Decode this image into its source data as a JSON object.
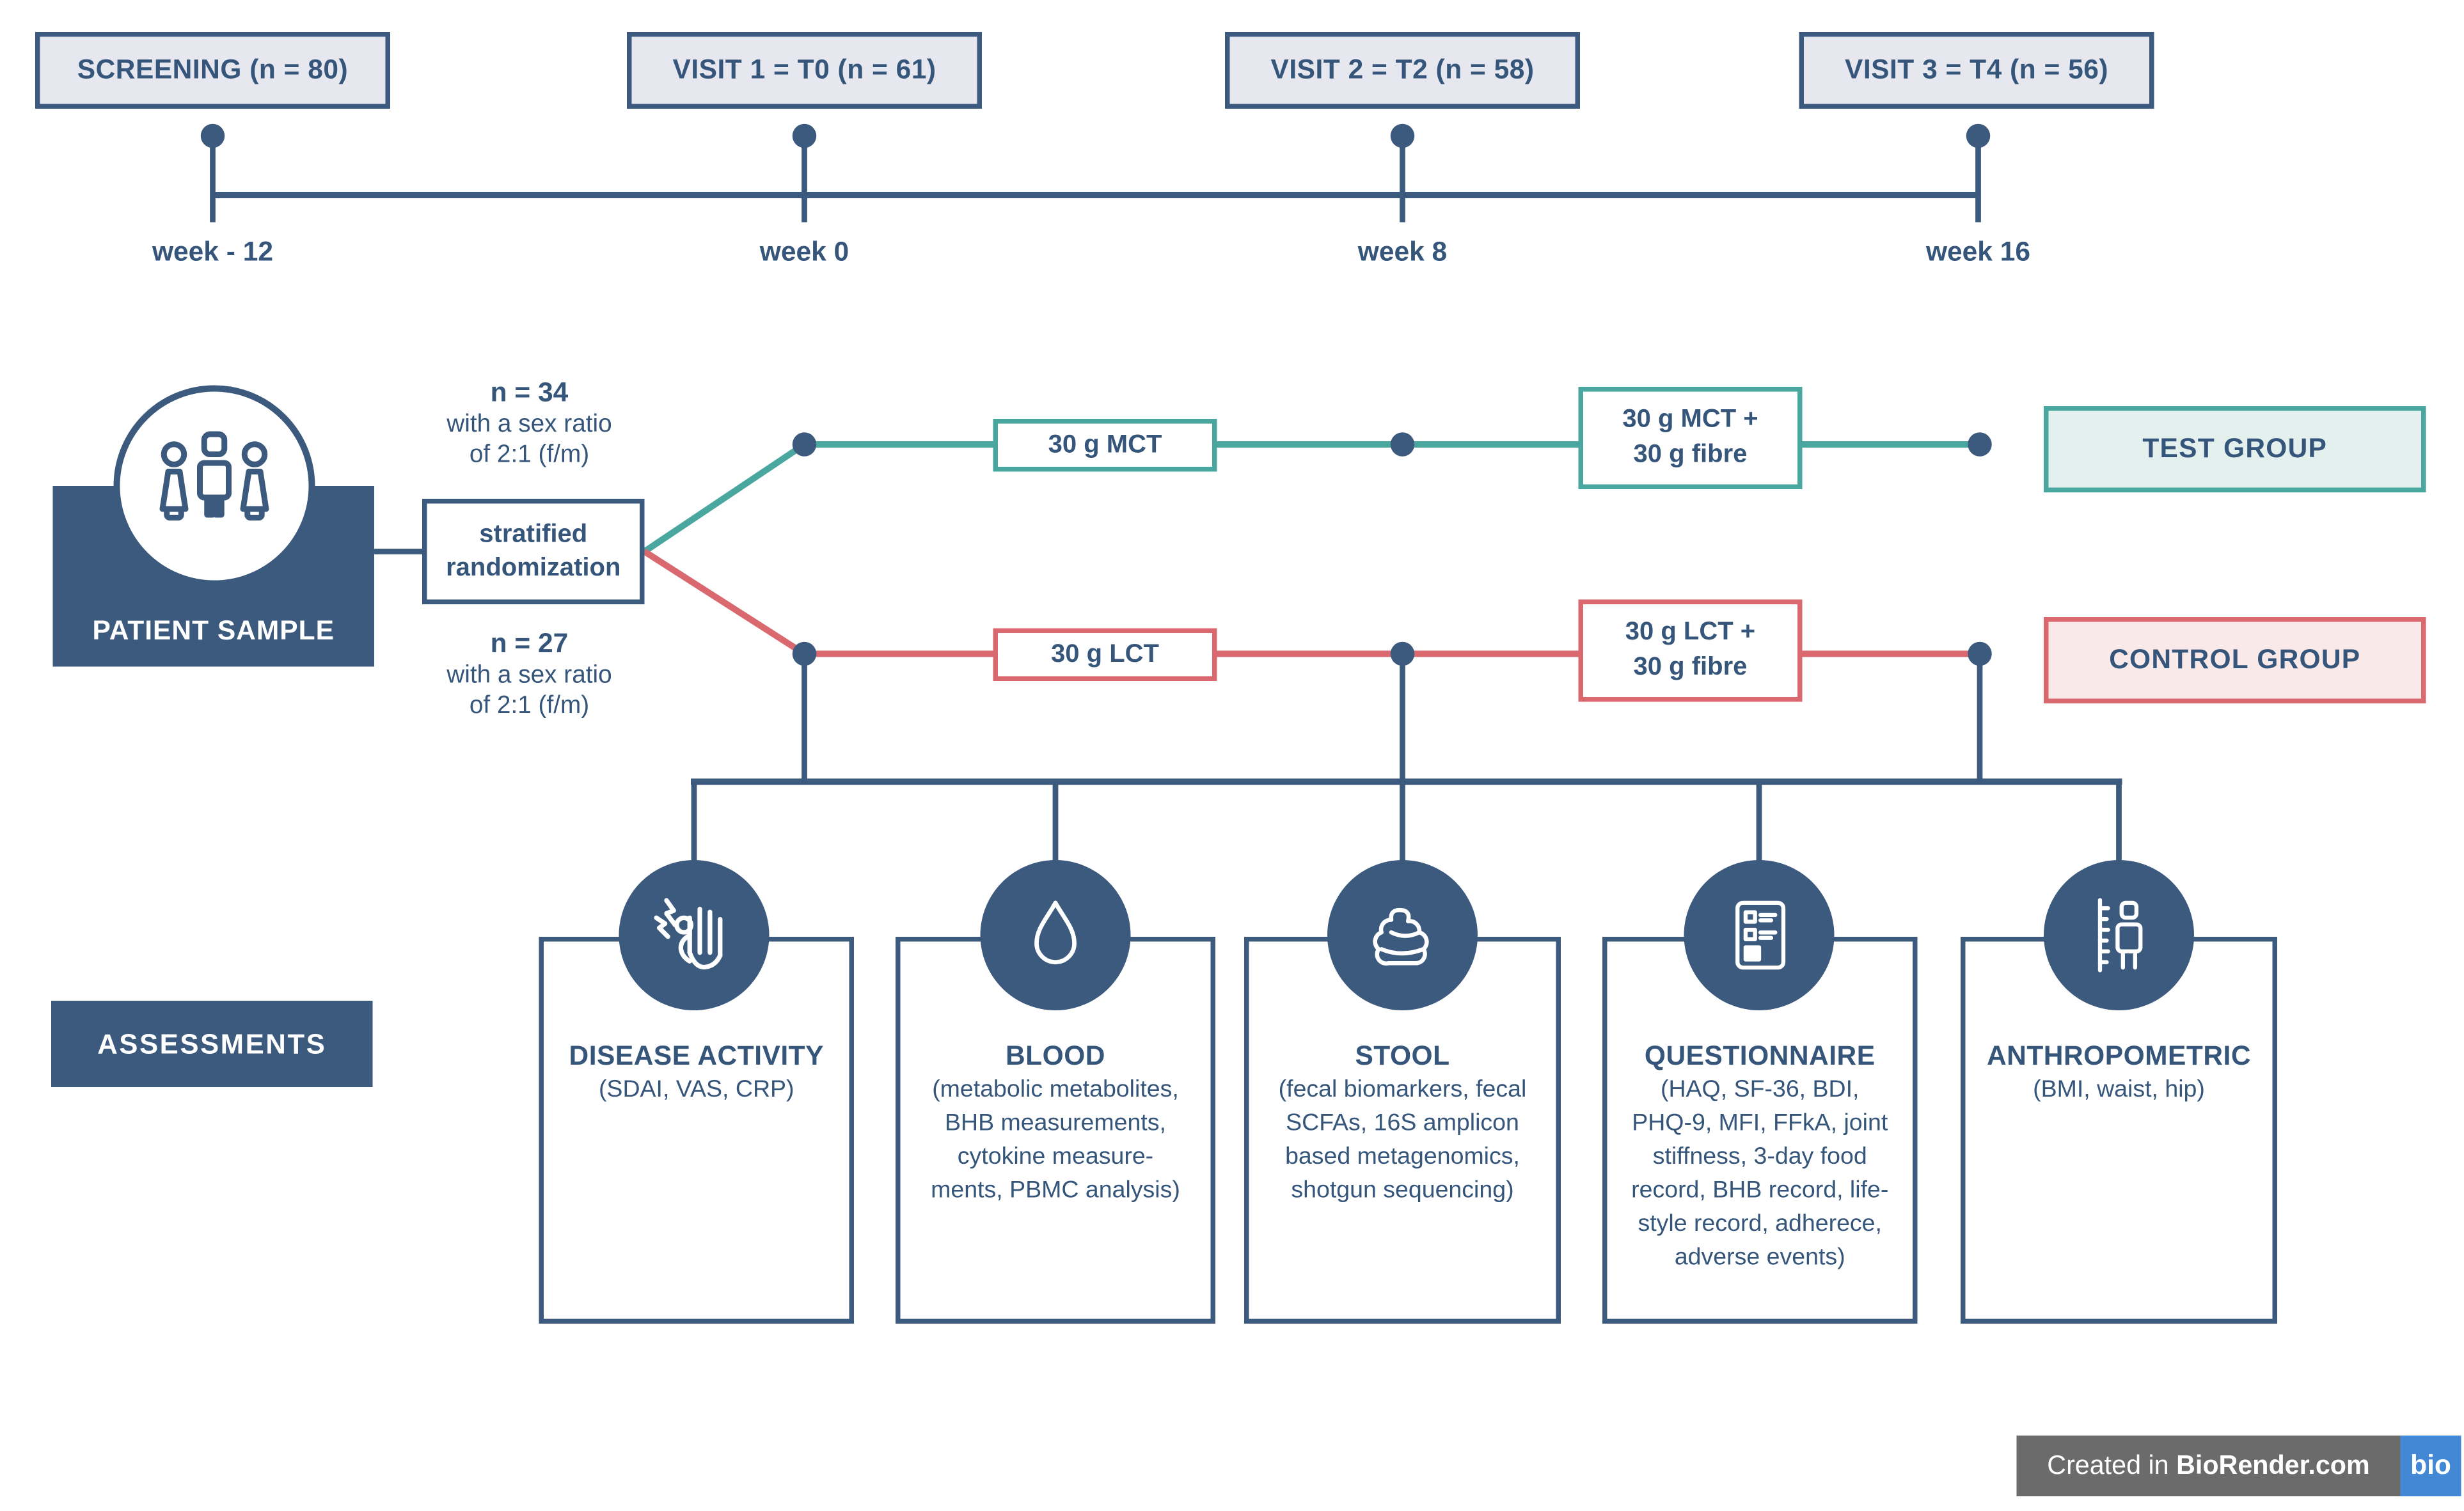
{
  "colors": {
    "navy": "#3c5a7e",
    "teal": "#4aa79f",
    "teal_light": "#e3f0ee",
    "red": "#d9696e",
    "red_light": "#fae9e9",
    "visit_box_fill": "#e7e7f0",
    "badge_grey": "#6b6b6b",
    "badge_blue": "#4288d5"
  },
  "timeline": {
    "visits": [
      {
        "label": "SCREENING (n = 80)",
        "week": "week - 12"
      },
      {
        "label": "VISIT 1 = T0 (n = 61)",
        "week": "week 0"
      },
      {
        "label": "VISIT 2 = T2 (n = 58)",
        "week": "week 8"
      },
      {
        "label": "VISIT 3 = T4 (n = 56)",
        "week": "week 16"
      }
    ]
  },
  "patient_sample": {
    "label": "PATIENT SAMPLE",
    "icon": "people-group-icon"
  },
  "randomization": {
    "label": "stratified\nrandomization"
  },
  "arms": {
    "test": {
      "n_label": "n = 34",
      "ratio": "with a sex ratio\nof 2:1 (f/m)",
      "intervention": "30 g MCT",
      "intervention_plus": "30 g MCT +\n30 g fibre",
      "group": "TEST GROUP"
    },
    "control": {
      "n_label": "n = 27",
      "ratio": "with a sex ratio\nof 2:1 (f/m)",
      "intervention": "30 g LCT",
      "intervention_plus": "30 g LCT +\n30 g fibre",
      "group": "CONTROL GROUP"
    }
  },
  "assessments": {
    "label": "ASSESSMENTS",
    "items": [
      {
        "title": "DISEASE ACTIVITY",
        "details": "(SDAI, VAS, CRP)",
        "icon": "hand-pain-icon"
      },
      {
        "title": "BLOOD",
        "details": "(metabolic metabolites,\nBHB measurements,\ncytokine measure-\nments, PBMC analysis)",
        "icon": "blood-drop-icon"
      },
      {
        "title": "STOOL",
        "details": "(fecal biomarkers, fecal\nSCFAs, 16S amplicon\nbased metagenomics,\nshotgun sequencing)",
        "icon": "stool-icon"
      },
      {
        "title": "QUESTIONNAIRE",
        "details": "(HAQ, SF-36, BDI,\nPHQ-9, MFI, FFkA, joint\nstiffness, 3-day food\nrecord, BHB record, life-\nstyle record, adherece,\nadverse events)",
        "icon": "questionnaire-icon"
      },
      {
        "title": "ANTHROPOMETRIC",
        "details": "(BMI, waist, hip)",
        "icon": "ruler-person-icon"
      }
    ]
  },
  "footer": {
    "created_in": "Created in",
    "brand": "BioRender.com",
    "logo": "bio"
  }
}
